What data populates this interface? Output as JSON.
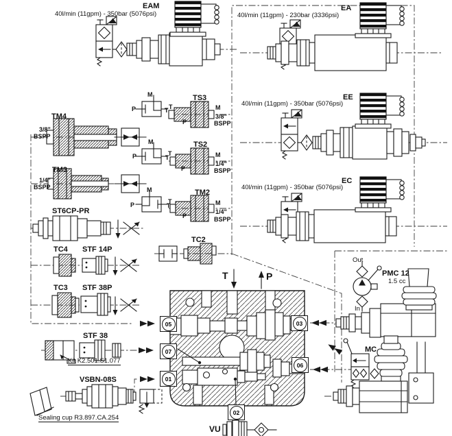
{
  "valves": {
    "eam": {
      "label": "EAM",
      "spec": "40l/min (11gpm) - 350bar (5076psi)"
    },
    "ea": {
      "label": "EA",
      "spec": "40l/min (11gpm) - 230bar (3336psi)"
    },
    "ee": {
      "label": "EE",
      "spec": "40l/min (11gpm) - 350bar (5076psi)"
    },
    "ec": {
      "label": "EC",
      "spec": "40l/min (11gpm) - 350bar (5076psi)"
    }
  },
  "fittings": {
    "tm4": {
      "label": "TM4",
      "size": "3/8\"",
      "thread": "BSPP"
    },
    "tm3": {
      "label": "TM3",
      "size": "1/4\"",
      "thread": "BSPP"
    },
    "ts3": {
      "label": "TS3",
      "size": "3/8\"",
      "thread": "BSPP"
    },
    "ts2": {
      "label": "TS2",
      "size": "1/4\"",
      "thread": "BSPP"
    },
    "tm2": {
      "label": "TM2",
      "size": "1/4\"",
      "thread": "BSPP"
    },
    "tc4": {
      "label": "TC4"
    },
    "tc3": {
      "label": "TC3"
    },
    "tc2": {
      "label": "TC2"
    },
    "st6cp_pr": {
      "label": "ST6CP-PR"
    },
    "stf14p": {
      "label": "STF 14P"
    },
    "stf38p": {
      "label": "STF 38P"
    },
    "stf38": {
      "label": "STF 38",
      "note": "Kit K2.501.S1.077"
    },
    "vsbn08s": {
      "label": "VSBN-08S",
      "note": "Sealing cup R3.897.CA.254"
    }
  },
  "pump": {
    "label": "PMC 12",
    "displacement": "1.5 cc",
    "out": "Out",
    "in": "In"
  },
  "manual_valve": {
    "label": "MC"
  },
  "check_valve": {
    "label": "VU"
  },
  "manifold": {
    "t": "T",
    "p": "P",
    "ports": {
      "p01": "01",
      "p02": "02",
      "p03": "03",
      "p05": "05",
      "p06": "06",
      "p07": "07"
    }
  },
  "symbol_letters": {
    "m": "M",
    "p": "P",
    "t": "T"
  }
}
